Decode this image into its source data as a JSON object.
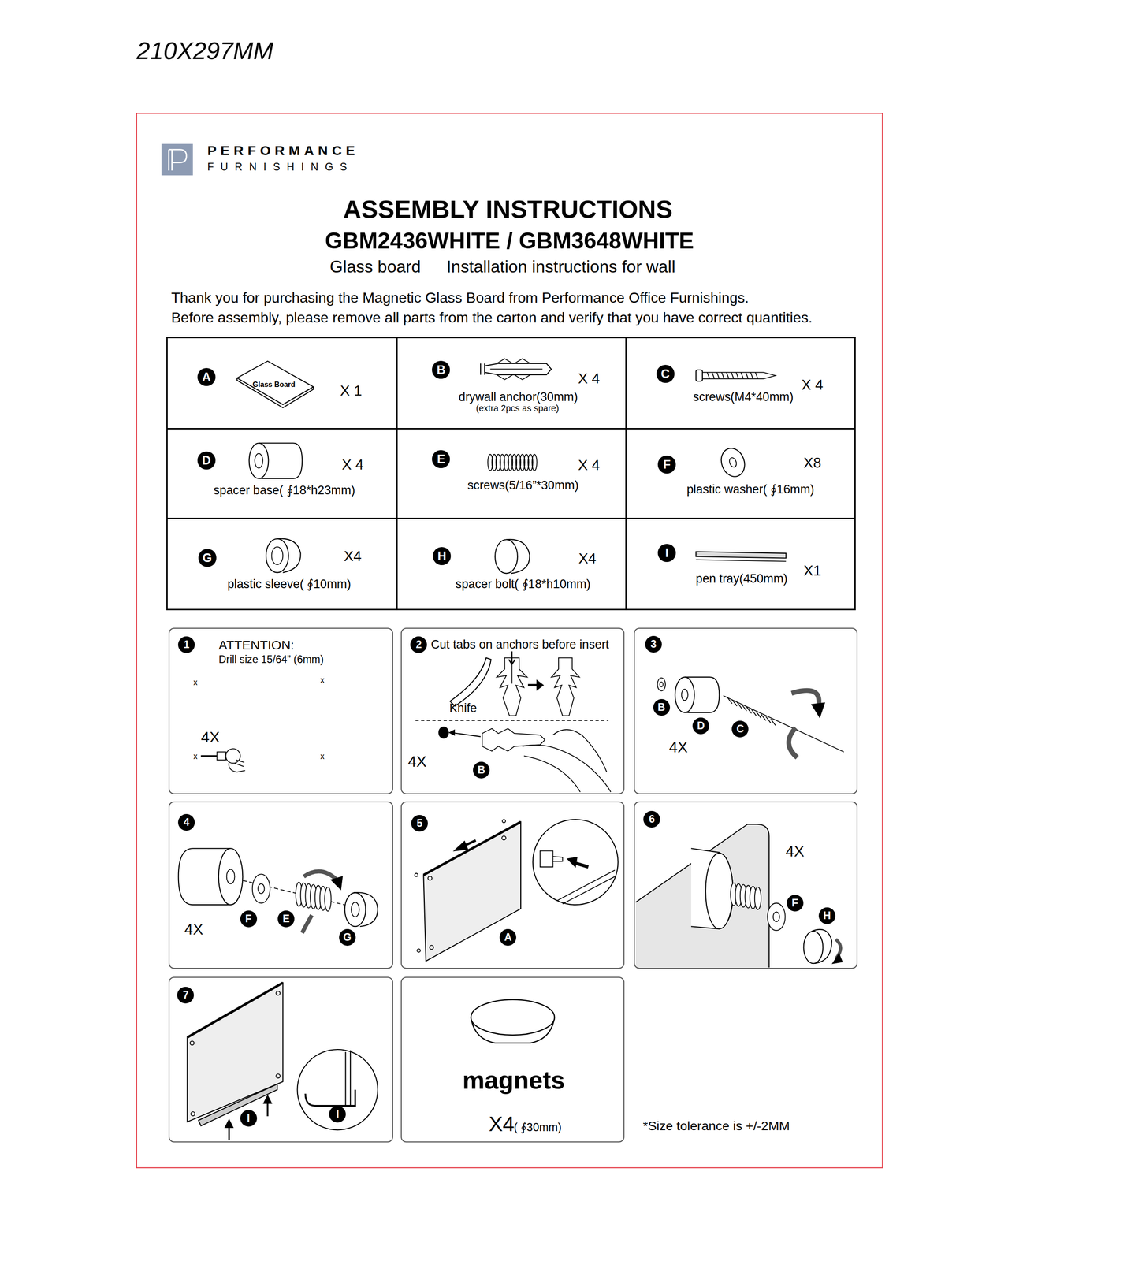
{
  "diagram": {
    "title": "ASSEMBLY INSTRUCTIONS",
    "nodes": [
      {
        "text": [
          "A",
          "Glass Board",
          "X 1"
        ]
      },
      {
        "text": [
          "B",
          "X 4",
          "drywall anchor(30mm)",
          "(extra 2pcs as spare)"
        ]
      },
      {
        "text": [
          "C",
          "X 4",
          "screws(M4*40mm)"
        ]
      },
      {
        "text": [
          "D",
          "X 4",
          "spacer base( ∮18*h23mm)"
        ]
      },
      {
        "text": [
          "E",
          "X 4",
          "screws(5/16”*30mm)"
        ]
      },
      {
        "text": [
          "F",
          "X8",
          "plastic washer( ∮16mm)"
        ]
      },
      {
        "text": [
          "G",
          "X4",
          "plastic sleeve( ∮10mm)"
        ]
      },
      {
        "text": [
          "H",
          "X4",
          "spacer bolt( ∮18*h10mm)"
        ]
      },
      {
        "text": [
          "I",
          "pen tray(450mm)",
          "X1"
        ]
      },
      {
        "text": [
          "1",
          "ATTENTION:",
          "Drill size 15/64” (6mm)",
          "x",
          "x",
          "4X",
          "x",
          "x"
        ]
      },
      {
        "text": [
          "2",
          "Cut tabs on anchors before insert",
          "Knife",
          "4X",
          "B"
        ]
      },
      {
        "text": [
          "3",
          "B",
          "D",
          "C",
          "4X"
        ]
      },
      {
        "text": [
          "4",
          "4X",
          "F",
          "E",
          "G"
        ]
      },
      {
        "text": [
          "5",
          "A"
        ]
      },
      {
        "text": [
          "6",
          "4X",
          "F",
          "H"
        ]
      },
      {
        "text": [
          "7",
          "I",
          "I"
        ]
      },
      {
        "text": [
          "magnets",
          "X4",
          "( ∮30mm)"
        ]
      }
    ],
    "labels": [
      "210X297MM",
      "PERFORMANCE",
      "FURNISHINGS",
      "GBM2436WHITE / GBM3648WHITE",
      "Glass board",
      "Installation instructions for wall",
      "Thank you for purchasing the Magnetic Glass Board from Performance Office Furnishings.",
      "Before assembly, please remove all parts from the carton and verify that you have correct quantities.",
      "*Size tolerance is +/-2MM"
    ]
  }
}
